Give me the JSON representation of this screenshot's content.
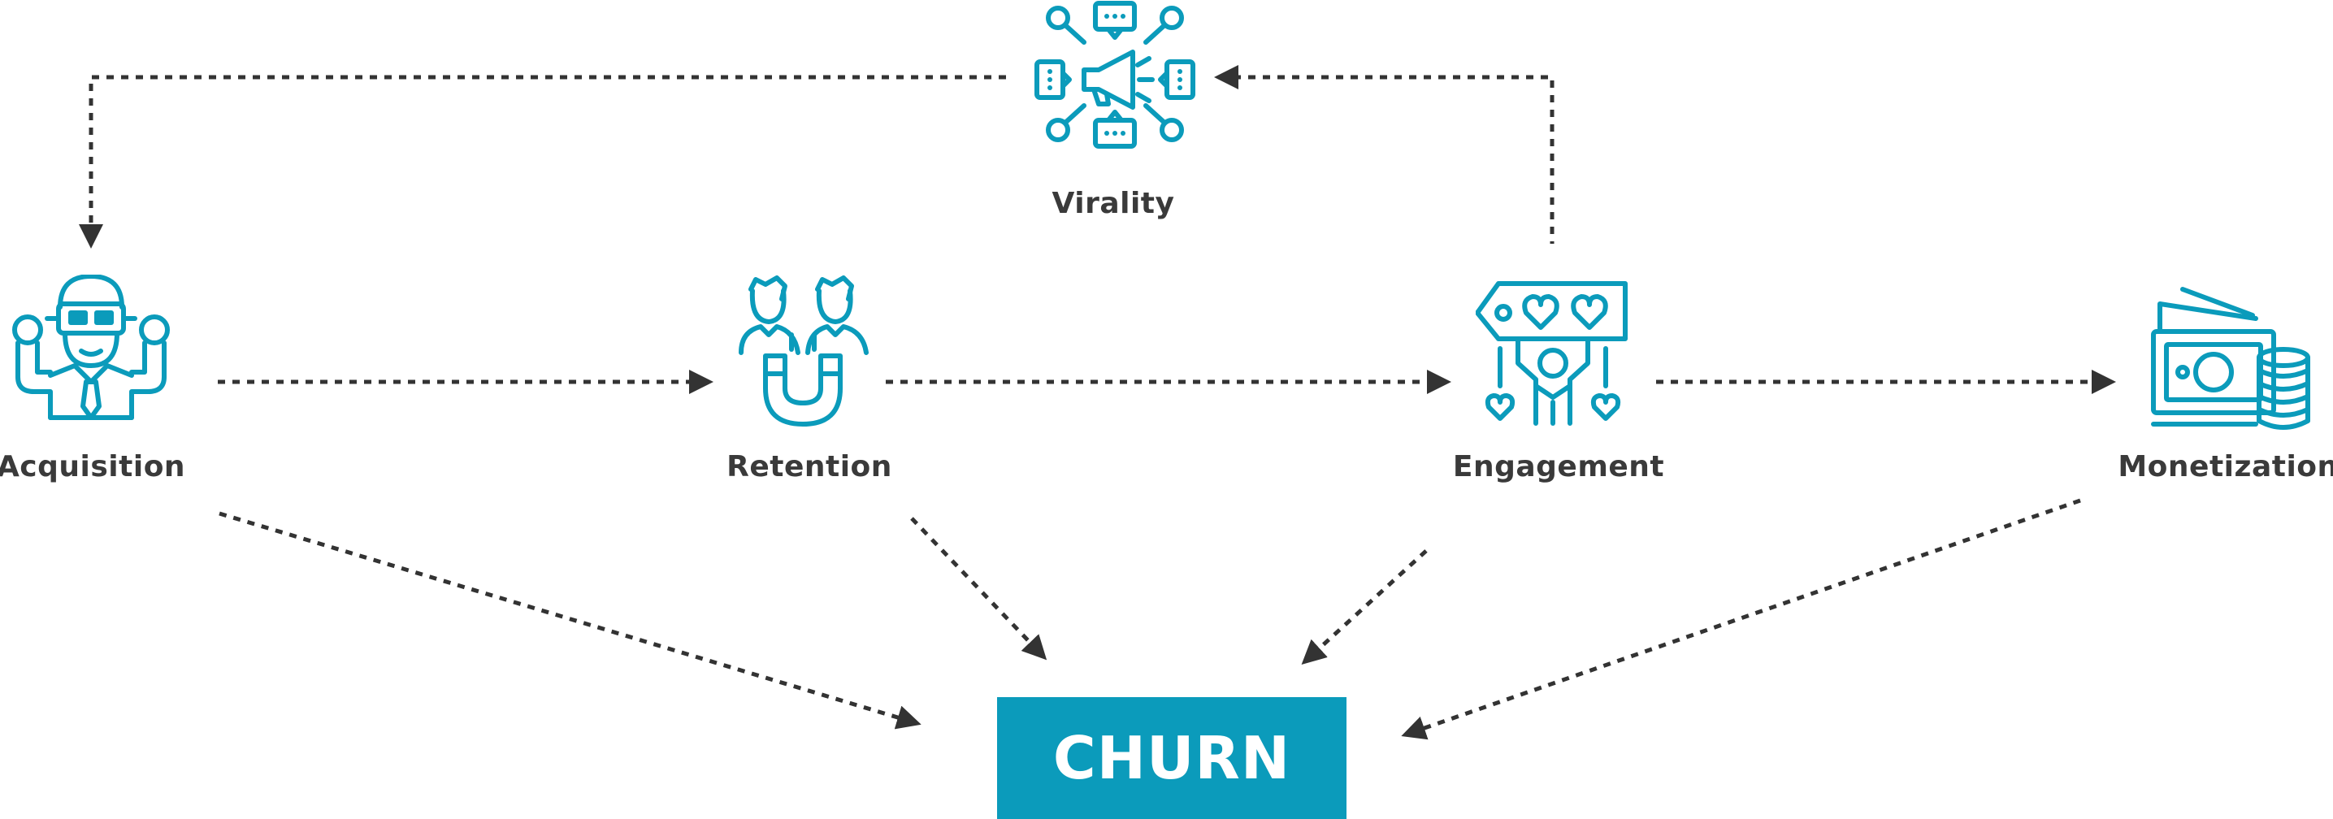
{
  "colors": {
    "accent": "#0b9bbb",
    "text": "#3a3a3a",
    "arrow": "#333333",
    "churn_box": "#0b9bbb",
    "churn_text": "#ffffff"
  },
  "nodes": {
    "virality": {
      "label": "Virality",
      "icon": "megaphone-network-icon"
    },
    "acquisition": {
      "label": "Acquisition",
      "icon": "vr-user-icon"
    },
    "retention": {
      "label": "Retention",
      "icon": "magnet-users-icon"
    },
    "engagement": {
      "label": "Engagement",
      "icon": "heart-tag-icon"
    },
    "monetization": {
      "label": "Monetization",
      "icon": "cash-coins-icon"
    },
    "churn": {
      "label": "CHURN"
    }
  },
  "edges": [
    {
      "from": "Virality",
      "to": "Acquisition",
      "style": "dotted"
    },
    {
      "from": "Engagement",
      "to": "Virality",
      "style": "dotted"
    },
    {
      "from": "Acquisition",
      "to": "Retention",
      "style": "dotted"
    },
    {
      "from": "Retention",
      "to": "Engagement",
      "style": "dotted"
    },
    {
      "from": "Engagement",
      "to": "Monetization",
      "style": "dotted"
    },
    {
      "from": "Acquisition",
      "to": "CHURN",
      "style": "dotted"
    },
    {
      "from": "Retention",
      "to": "CHURN",
      "style": "dotted"
    },
    {
      "from": "Engagement",
      "to": "CHURN",
      "style": "dotted"
    },
    {
      "from": "Monetization",
      "to": "CHURN",
      "style": "dotted"
    }
  ]
}
